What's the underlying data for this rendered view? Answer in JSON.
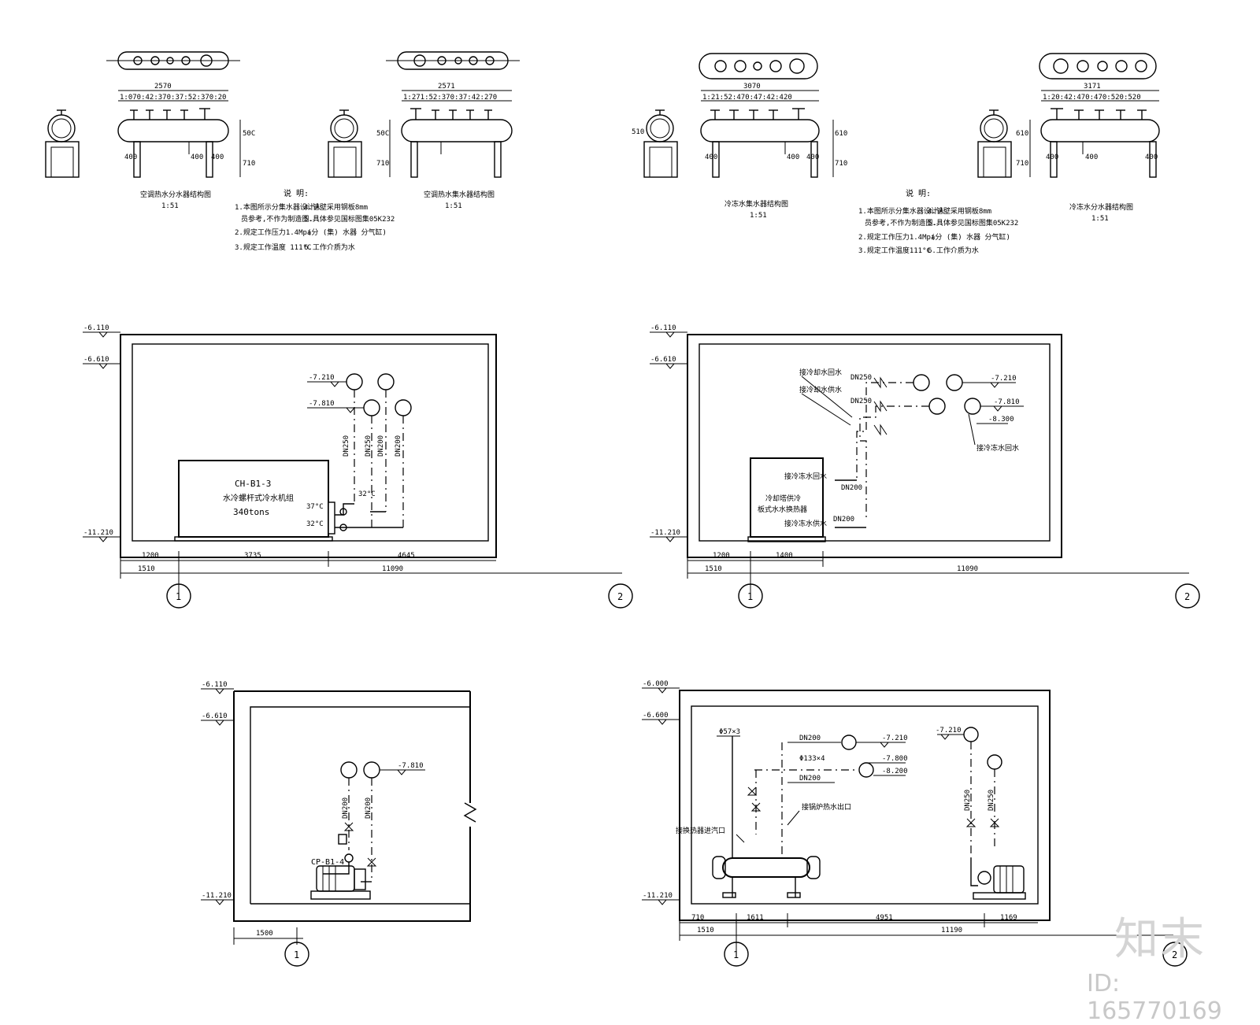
{
  "manifold_details": {
    "hot_supply": {
      "dimension_total": "2570",
      "dimension_parts": "1:070:42:370:37:52:370:20",
      "height_label": "50C",
      "leg_height": "710",
      "leg_offsets": [
        "400",
        "400",
        "400"
      ],
      "title": "空调热水分水器结构图",
      "scale": "1:51"
    },
    "hot_return": {
      "dimension_total": "2571",
      "dimension_parts": "1:271:52:370:37:42:270",
      "height_label": "50C",
      "leg_height": "710",
      "title": "空调热水集水器结构图",
      "scale": "1:51"
    },
    "cold_supply": {
      "dimension_total": "3070",
      "dimension_parts": "1:21:52:470:47:42:420",
      "height_label": "610",
      "left_height": "510",
      "leg_height": "710",
      "leg_offsets": [
        "400",
        "400",
        "400"
      ],
      "title": "冷冻水集水器结构图",
      "scale": "1:51"
    },
    "cold_return": {
      "dimension_total": "3171",
      "dimension_parts": "1:20:42:470:470:520:520",
      "height_label": "610",
      "leg_height": "710",
      "leg_offsets": [
        "400",
        "400",
        "400"
      ],
      "title": "冷冻水分水器结构图",
      "scale": "1:51"
    }
  },
  "notes_left": {
    "heading": "说 明:",
    "items": [
      "1.本图所示分集水器设计人",
      "员参考,不作为制造图.",
      "2.规定工作压力1.4Mpa",
      "3.规定工作温度 111°C",
      "4.管壁采用钢板8mm",
      "5.具体参见国标图集05K232",
      "(分 (集) 水器 分气缸)",
      "6.工作介质为水"
    ]
  },
  "notes_right": {
    "heading": "说 明:",
    "items": [
      "1.本图所示分集水器设计人",
      "员参考,不作为制造图.",
      "2.规定工作压力1.4Mpa",
      "3.规定工作温度111°C",
      "4.管壁采用钢板8mm",
      "5.具体参见国标图集05K232",
      "(分 (集) 水器 分气缸)",
      "6.工作介质为水"
    ]
  },
  "section_a": {
    "elev_top": "-6.110",
    "elev_ceiling": "-6.610",
    "elev_floor": "-11.210",
    "elev_pipe1": "-7.210",
    "elev_pipe2": "-7.810",
    "equipment": {
      "tag": "CH-B1-3",
      "name": "水冷螺杆式冷水机组",
      "capacity": "340tons"
    },
    "temps": [
      "37°C",
      "32°C",
      "32°C"
    ],
    "pipe_labels": [
      "DN250",
      "DN250",
      "DN200",
      "DN200"
    ],
    "dims": [
      "1200",
      "3735",
      "4645"
    ],
    "dims_outer": [
      "1510",
      "11090"
    ],
    "axes": [
      "1",
      "2"
    ]
  },
  "section_b": {
    "elev_top": "-6.110",
    "elev_ceiling": "-6.610",
    "elev_floor": "-11.210",
    "elev_pipe1": "-7.210",
    "elev_pipe2": "-7.810",
    "elev_pipe3": "-8.300",
    "callouts": [
      "接冷却水回水",
      "接冷却水供水",
      "接冷冻水回水",
      "接冷冻水回水",
      "接冷冻水供水"
    ],
    "pipe_labels": [
      "DN250",
      "DN250",
      "DN200",
      "DN200"
    ],
    "equipment": {
      "name_1": "冷却塔供冷",
      "name_2": "板式水水换热器"
    },
    "dims": [
      "1200",
      "1400"
    ],
    "dims_outer": [
      "1510",
      "11090"
    ],
    "axes": [
      "1",
      "2"
    ]
  },
  "section_c": {
    "elev_top": "-6.110",
    "elev_ceiling": "-6.610",
    "elev_floor": "-11.210",
    "elev_pipe": "-7.810",
    "equipment": {
      "tag": "CP-B1-4"
    },
    "pipe_labels": [
      "DN200",
      "DN200"
    ],
    "dims": [
      "1500"
    ],
    "axes": [
      "1"
    ]
  },
  "section_d": {
    "elev_top": "-6.000",
    "elev_ceiling": "-6.600",
    "elev_floor": "-11.210",
    "elev_pipes": [
      "-7.210",
      "-7.800",
      "-8.200",
      "-7.210"
    ],
    "pipe_labels": [
      "DN200",
      "DN200",
      "DN250",
      "DN250"
    ],
    "pipe_specs": [
      "Φ57×3",
      "Φ133×4"
    ],
    "callouts": [
      "接锅炉热水出口",
      "接换热器进汽口"
    ],
    "dims": [
      "710",
      "1611",
      "4951",
      "1169"
    ],
    "dims_outer": [
      "1510",
      "11190"
    ],
    "axes": [
      "1",
      "2"
    ]
  },
  "watermark": {
    "logo": "知末",
    "id": "ID: 165770169"
  }
}
